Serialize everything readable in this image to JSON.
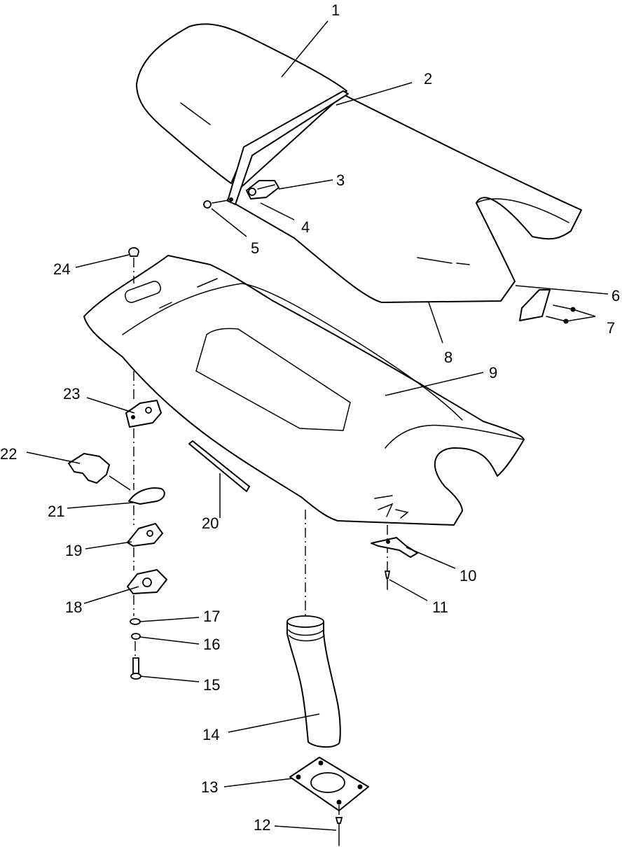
{
  "callouts": {
    "c1": "1",
    "c2": "2",
    "c3": "3",
    "c4": "4",
    "c5": "5",
    "c6": "6",
    "c7": "7",
    "c8": "8",
    "c9": "9",
    "c10": "10",
    "c11": "11",
    "c12": "12",
    "c13": "13",
    "c14": "14",
    "c15": "15",
    "c16": "16",
    "c17": "17",
    "c18": "18",
    "c19": "19",
    "c20": "20",
    "c21": "21",
    "c22": "22",
    "c23": "23",
    "c24": "24"
  },
  "colors": {
    "line": "#000000",
    "background": "#ffffff"
  }
}
